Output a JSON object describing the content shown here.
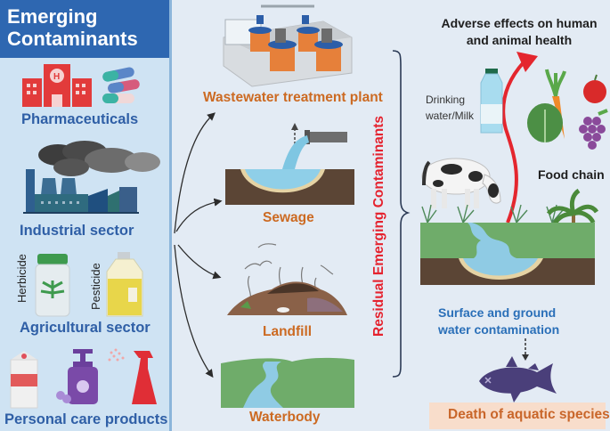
{
  "header": {
    "title_line1": "Emerging",
    "title_line2": "Contaminants"
  },
  "sources": [
    {
      "label": "Pharmaceuticals",
      "icons": [
        "hospital-icon",
        "capsule-icon"
      ]
    },
    {
      "label": "Industrial sector",
      "icons": [
        "factory-icon",
        "smoke-icon"
      ]
    },
    {
      "label": "Agricultural sector",
      "icons": [
        "herbicide-bottle-icon",
        "pesticide-bottle-icon"
      ],
      "sublabels": [
        "Herbicide",
        "Pesticide"
      ]
    },
    {
      "label": "Personal care products",
      "icons": [
        "milk-carton-icon",
        "soap-dispenser-icon",
        "spray-bottle-icon"
      ]
    }
  ],
  "pathways": [
    {
      "label": "Wastewater treatment plant",
      "icon": "treatment-plant-icon"
    },
    {
      "label": "Sewage",
      "icon": "sewage-pit-icon"
    },
    {
      "label": "Landfill",
      "icon": "landfill-icon"
    },
    {
      "label": "Waterbody",
      "icon": "river-icon"
    }
  ],
  "bracket_label": "Residual Emerging Contaminants",
  "effects": {
    "adverse_line1": "Adverse effects on human",
    "adverse_line2": "and animal health",
    "drinking_line1": "Drinking",
    "drinking_line2": "water/Milk",
    "food_chain": "Food chain",
    "water_line1": "Surface and ground",
    "water_line2": "water contamination",
    "death": "Death of aquatic species"
  },
  "colors": {
    "header_blue": "#2e67b1",
    "category_blue": "#2f5fa6",
    "pathway_orange": "#cc6a22",
    "residual_red": "#e5222e",
    "death_box": "#f8ddcb"
  }
}
